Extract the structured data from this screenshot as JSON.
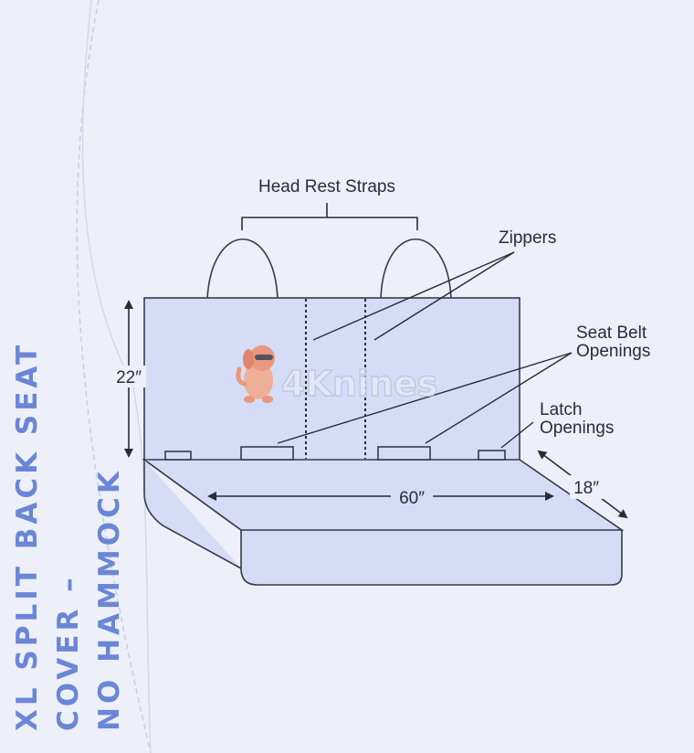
{
  "title": {
    "line1": "XL SPLIT BACK SEAT COVER –",
    "line2": "NO HAMMOCK"
  },
  "labels": {
    "head_rest_straps": "Head Rest Straps",
    "zippers": "Zippers",
    "seat_belt_line1": "Seat Belt",
    "seat_belt_line2": "Openings",
    "latch_line1": "Latch",
    "latch_line2": "Openings",
    "height": "22″",
    "width": "60″",
    "depth": "18″"
  },
  "logo": {
    "text": "4Knines"
  },
  "colors": {
    "background": "#edf0f9",
    "seat_fill": "#d5dcf5",
    "outline": "#3a3a4a",
    "title": "#6b86d6",
    "logo": "#f08a6a"
  }
}
